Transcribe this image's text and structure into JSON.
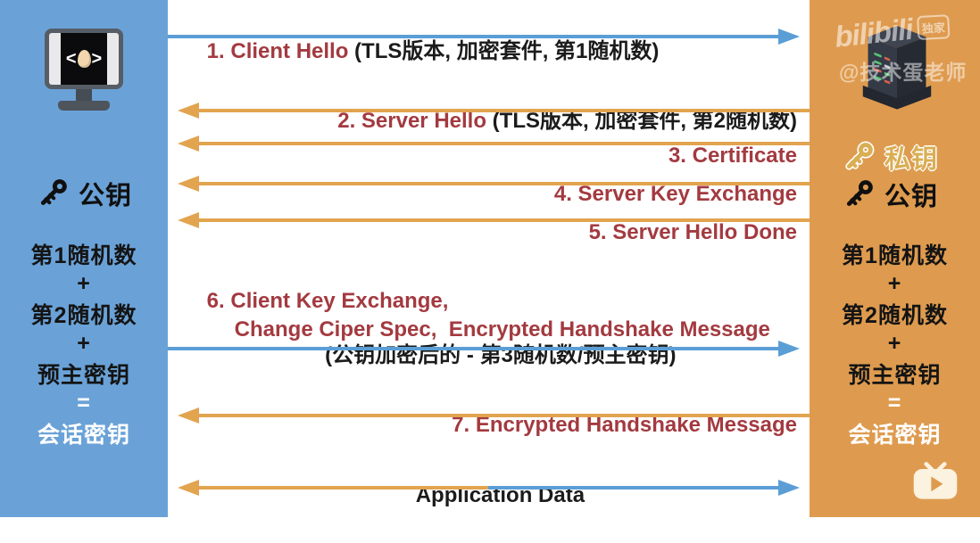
{
  "meta": {
    "description": "TLS handshake sequence diagram between client (browser) and server",
    "colors": {
      "panel_blue": "#6AA2D7",
      "panel_orange": "#DE9B4F",
      "arrow_blue": "#5B9ED6",
      "arrow_orange": "#E2A44F",
      "message_red": "#A33A40",
      "text_black": "#1B1B1B",
      "text_white": "#FFFFFF",
      "key_gold": "#D9AE54"
    }
  },
  "left_panel": {
    "icon": "client-monitor-with-egg-logo",
    "public_key_label": "公钥",
    "formula": [
      "第1随机数",
      "+",
      "第2随机数",
      "+",
      "预主密钥",
      "=",
      "会话密钥"
    ]
  },
  "right_panel": {
    "icon": "server-tower",
    "watermark_logo": "bilibili",
    "watermark_badge": "独家",
    "watermark_handle": "@技术蛋老师",
    "private_key_label": "私钥",
    "public_key_label": "公钥",
    "formula": [
      "第1随机数",
      "+",
      "第2随机数",
      "+",
      "预主密钥",
      "=",
      "会话密钥"
    ]
  },
  "messages": [
    {
      "label": "1. Client Hello",
      "detail": " (TLS版本, 加密套件, 第1随机数)",
      "direction": "client-to-server"
    },
    {
      "label": "2. Server Hello",
      "detail": " (TLS版本, 加密套件, 第2随机数)",
      "direction": "server-to-client"
    },
    {
      "label": "3. Certificate",
      "direction": "server-to-client"
    },
    {
      "label": "4. Server Key Exchange",
      "direction": "server-to-client"
    },
    {
      "label": "5. Server Hello Done",
      "direction": "server-to-client"
    },
    {
      "label_line1": "6. Client Key Exchange,",
      "label_line2": "Change Ciper Spec,  Encrypted Handshake Message",
      "detail": "(公钥加密后的 - 第3随机数/预主密钥)",
      "direction": "client-to-server"
    },
    {
      "label": "7. Encrypted Handshake Message",
      "direction": "server-to-client"
    },
    {
      "label": "Application Data",
      "direction": "bidirectional"
    }
  ]
}
